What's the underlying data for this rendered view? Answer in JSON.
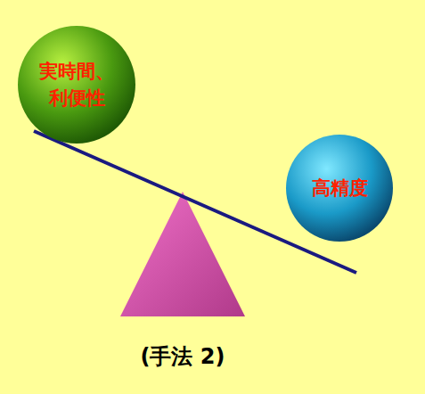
{
  "diagram": {
    "caption": "(手法 2)",
    "nodes": [
      {
        "text": [
          "実時間、 利便性"
        ]
      },
      {
        "text": [
          "高精度"
        ]
      }
    ]
  }
}
